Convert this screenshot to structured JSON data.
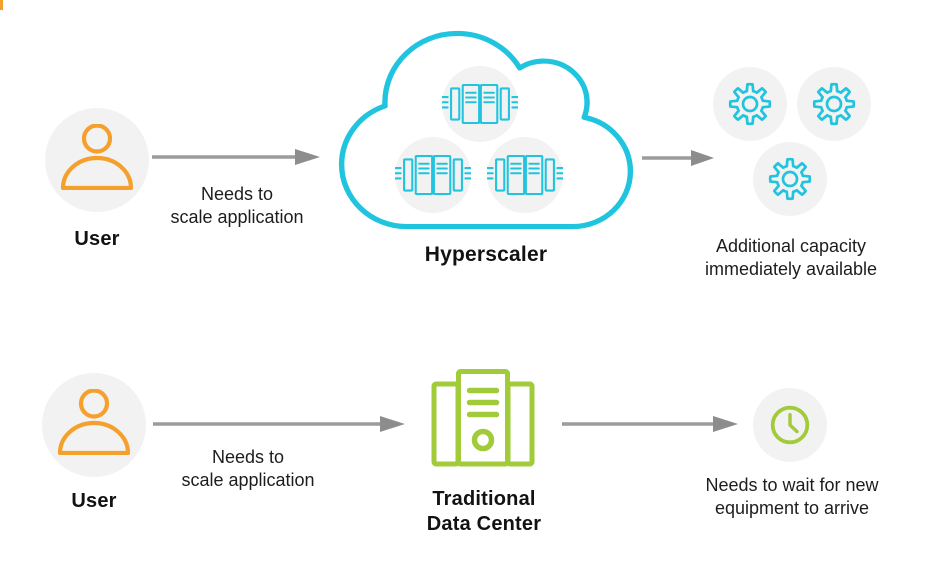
{
  "colors": {
    "cyan": "#20C4DE",
    "green": "#A2CB3A",
    "orange": "#F5A02C",
    "circle_bg": "#F2F2F2",
    "arrow_line": "#9C9C9C",
    "arrow_head": "#8D8D8D",
    "text": "#1D1D1D"
  },
  "icons": {
    "user": "person-outline-icon",
    "cloud": "cloud-icon",
    "servers": "server-rack-icon",
    "capacity": "gear-icon",
    "datacenter": "data-center-building-icon",
    "wait": "clock-icon",
    "flow": "arrow-right-icon"
  },
  "top_flow": {
    "user_label": "User",
    "step_caption_line1": "Needs to",
    "step_caption_line2": "scale application",
    "provider_label": "Hyperscaler",
    "result_caption_line1": "Additional capacity",
    "result_caption_line2": "immediately available"
  },
  "bottom_flow": {
    "user_label": "User",
    "step_caption_line1": "Needs to",
    "step_caption_line2": "scale application",
    "provider_label_line1": "Traditional",
    "provider_label_line2": "Data Center",
    "result_caption_line1": "Needs to wait for new",
    "result_caption_line2": "equipment to arrive"
  }
}
